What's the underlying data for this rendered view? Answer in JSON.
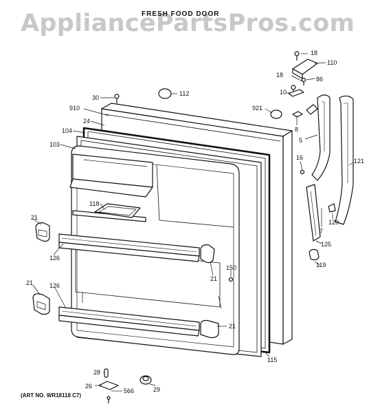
{
  "watermark": "AppliancePartsPros.com",
  "section_title": "FRESH FOOD DOOR",
  "art_number": "(ART NO. WR18118 C7)",
  "callouts": [
    {
      "id": "c18a",
      "text": "18"
    },
    {
      "id": "c110",
      "text": "110"
    },
    {
      "id": "c18b",
      "text": "18"
    },
    {
      "id": "c86",
      "text": "86"
    },
    {
      "id": "c10",
      "text": "10"
    },
    {
      "id": "c30",
      "text": "30"
    },
    {
      "id": "c112",
      "text": "112"
    },
    {
      "id": "c910",
      "text": "910"
    },
    {
      "id": "c921",
      "text": "921"
    },
    {
      "id": "c24",
      "text": "24"
    },
    {
      "id": "c8",
      "text": "8"
    },
    {
      "id": "c104",
      "text": "104"
    },
    {
      "id": "c5",
      "text": "5"
    },
    {
      "id": "c103",
      "text": "103"
    },
    {
      "id": "c16",
      "text": "16"
    },
    {
      "id": "c121",
      "text": "121"
    },
    {
      "id": "c118",
      "text": "118"
    },
    {
      "id": "c7",
      "text": "7"
    },
    {
      "id": "c120",
      "text": "120"
    },
    {
      "id": "c21a",
      "text": "21"
    },
    {
      "id": "c125",
      "text": "125"
    },
    {
      "id": "c126a",
      "text": "126"
    },
    {
      "id": "c119",
      "text": "119"
    },
    {
      "id": "c150",
      "text": "150"
    },
    {
      "id": "c21b",
      "text": "21"
    },
    {
      "id": "c21c",
      "text": "21"
    },
    {
      "id": "c126b",
      "text": "126"
    },
    {
      "id": "c21d",
      "text": "21"
    },
    {
      "id": "c115",
      "text": "115"
    },
    {
      "id": "c28",
      "text": "28"
    },
    {
      "id": "c26",
      "text": "26"
    },
    {
      "id": "c566",
      "text": "566"
    },
    {
      "id": "c29",
      "text": "29"
    }
  ]
}
